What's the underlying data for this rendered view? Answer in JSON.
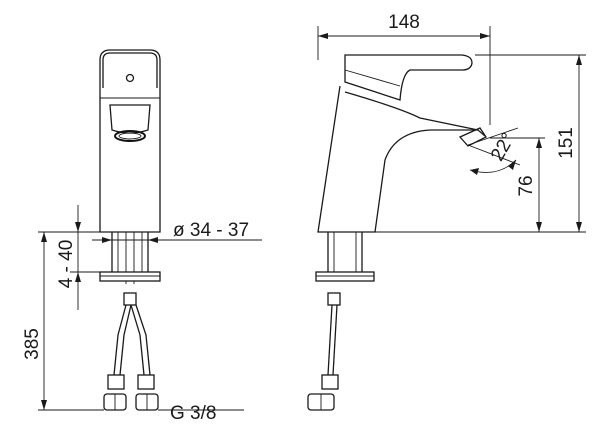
{
  "dimensions": {
    "width_total": "148",
    "height_total": "151",
    "spout_height": "76",
    "rotation_angle": "22°",
    "diameter_hole": "ø 34 - 37",
    "deck_thickness": "4 - 40",
    "hose_length": "385",
    "thread_size": "G 3/8"
  }
}
